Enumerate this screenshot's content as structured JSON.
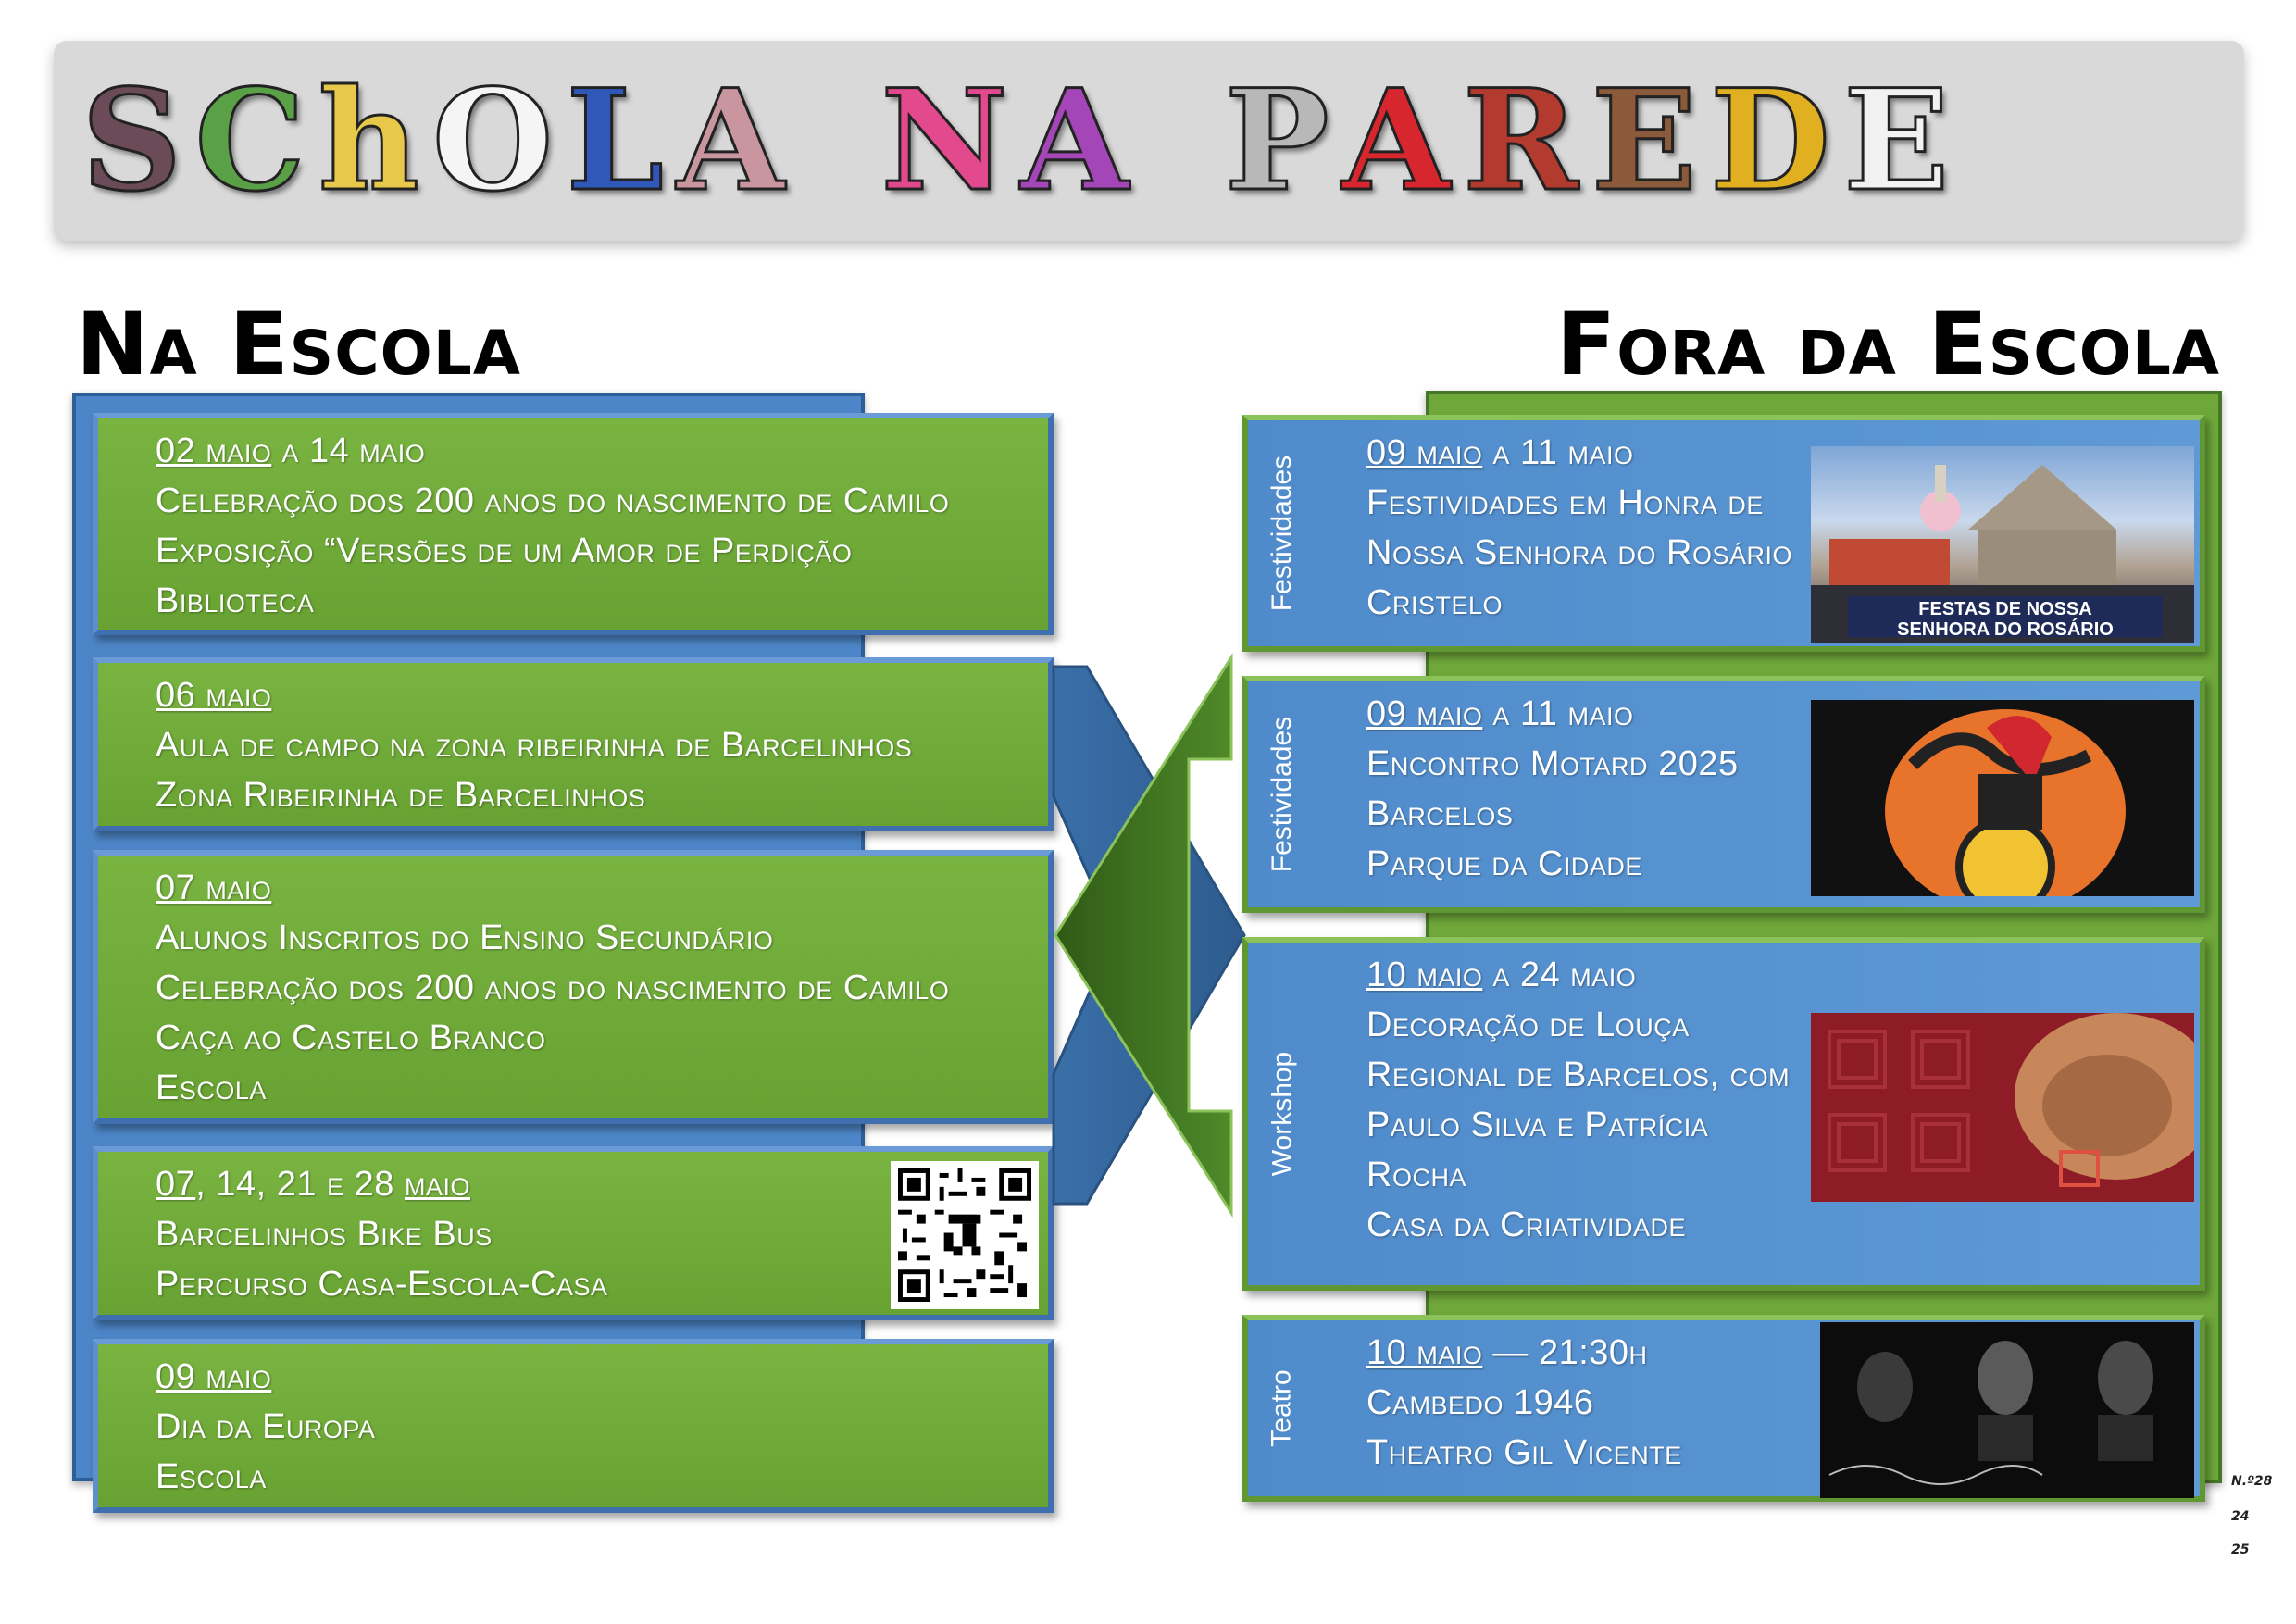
{
  "banner": {
    "words": [
      {
        "letters": [
          {
            "ch": "S",
            "color": "#6b4b57"
          },
          {
            "ch": "C",
            "color": "#5aa046"
          },
          {
            "ch": "h",
            "color": "#e8c84a"
          },
          {
            "ch": "O",
            "color": "#f5f5f5"
          },
          {
            "ch": "L",
            "color": "#2f58b8"
          },
          {
            "ch": "A",
            "color": "#c9959f"
          }
        ]
      },
      {
        "letters": [
          {
            "ch": "N",
            "color": "#e24a8d"
          },
          {
            "ch": "A",
            "color": "#a445b8"
          }
        ]
      },
      {
        "letters": [
          {
            "ch": "P",
            "color": "#b8b8b8"
          },
          {
            "ch": "A",
            "color": "#d8262e"
          },
          {
            "ch": "R",
            "color": "#b23a2e"
          },
          {
            "ch": "E",
            "color": "#8a5a3a"
          },
          {
            "ch": "D",
            "color": "#e0b020"
          },
          {
            "ch": "E",
            "color": "#f2f2f2"
          }
        ]
      }
    ]
  },
  "left": {
    "title": "Na Escola",
    "items": [
      {
        "date_underlined": "02 maio",
        "date_rest": " a 14 maio",
        "lines": [
          "Celebração dos 200 anos do nascimento de Camilo",
          "Exposição “Versões de um Amor de Perdição",
          "Biblioteca"
        ]
      },
      {
        "date_underlined": "06 maio",
        "date_rest": "",
        "lines": [
          "Aula de campo na zona ribeirinha de Barcelinhos",
          "Zona Ribeirinha de Barcelinhos"
        ]
      },
      {
        "date_underlined": "07 maio",
        "date_rest": "",
        "lines": [
          "Alunos Inscritos do Ensino Secundário",
          "Celebração dos 200 anos do nascimento de Camilo",
          "Caça ao Castelo Branco",
          "Escola"
        ]
      },
      {
        "date_underlined": "07",
        "date_rest": ", 14, 21 e 28 ",
        "date_underlined2": "maio",
        "lines": [
          "Barcelinhos Bike Bus",
          "Percurso Casa-Escola-Casa"
        ]
      },
      {
        "date_underlined": "09 maio",
        "date_rest": "",
        "lines": [
          "Dia da Europa",
          "Escola"
        ]
      }
    ]
  },
  "right": {
    "title": "Fora da Escola",
    "items": [
      {
        "label": "Festividades",
        "date_underlined": "09 maio",
        "date_rest": " a 11 maio",
        "lines": [
          "Festividades em Honra de",
          "Nossa Senhora do Rosário",
          "Cristelo"
        ],
        "photo_caption_1": "FESTAS DE NOSSA",
        "photo_caption_2": "SENHORA DO ROSÁRIO"
      },
      {
        "label": "Festividades",
        "date_underlined": "09 maio",
        "date_rest": " a 11 maio",
        "lines": [
          "Encontro Motard 2025",
          "Barcelos",
          "Parque da Cidade"
        ]
      },
      {
        "label": "Workshop",
        "date_underlined": "10 maio",
        "date_rest": " a 24 maio",
        "lines": [
          "Decoração de Louça",
          "Regional de Barcelos, com",
          "Paulo Silva e Patrícia",
          "Rocha",
          "Casa da Criatividade"
        ]
      },
      {
        "label": "Teatro",
        "date_underlined": "10 maio",
        "date_rest": " — 21:30h",
        "lines": [
          "Cambedo 1946",
          "Theatro Gil Vicente"
        ]
      }
    ]
  },
  "issue": {
    "number": "N.º28",
    "year_a": "24",
    "year_b": "25"
  },
  "colors": {
    "green": "#6fa83a",
    "blue": "#4f8bcb",
    "banner_bg": "#d9d9d9"
  }
}
